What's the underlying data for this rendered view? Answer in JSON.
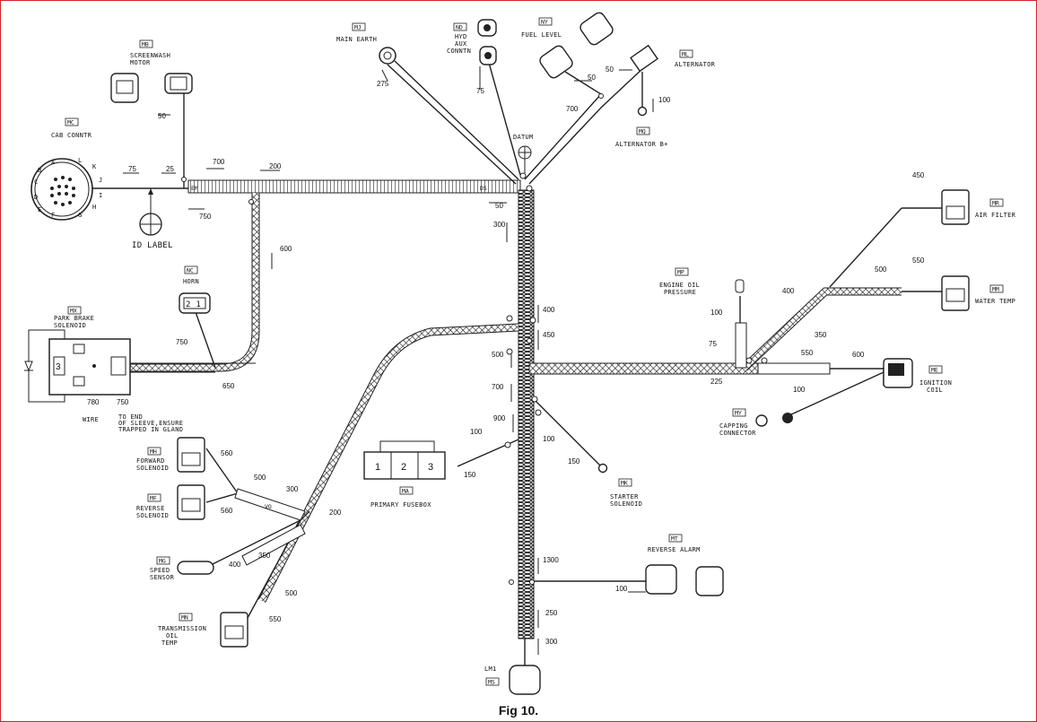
{
  "figure_caption": "Fig 10.",
  "connectors": {
    "MB": {
      "tag": "MB",
      "lines": [
        "SCREENWASH",
        "MOTOR"
      ]
    },
    "MC": {
      "tag": "MC",
      "lines": [
        "CAB CONNTR"
      ]
    },
    "MJ": {
      "tag": "MJ",
      "lines": [
        "MAIN EARTH"
      ]
    },
    "ND": {
      "tag": "ND",
      "lines": [
        "HYD",
        "AUX",
        "CONNTN"
      ]
    },
    "NY": {
      "tag": "NY",
      "lines": [
        "FUEL LEVEL"
      ]
    },
    "ML": {
      "tag": "ML",
      "lines": [
        "ALTERNATOR"
      ]
    },
    "MQ": {
      "tag": "MQ",
      "lines": [
        "ALTERNATOR B+"
      ]
    },
    "NC": {
      "tag": "NC",
      "lines": [
        "HORN"
      ]
    },
    "MX": {
      "tag": "MX",
      "lines": [
        "PARK BRAKE",
        "SOLENOID"
      ]
    },
    "MR": {
      "tag": "MR",
      "lines": [
        "AIR FILTER"
      ]
    },
    "MP": {
      "tag": "MP",
      "lines": [
        "ENGINE OIL",
        "PRESSURE"
      ]
    },
    "MM": {
      "tag": "MM",
      "lines": [
        "WATER TEMP"
      ]
    },
    "ME": {
      "tag": "ME",
      "lines": [
        "IGNITION",
        "COIL"
      ]
    },
    "MY": {
      "tag": "MY",
      "lines": [
        "CAPPING",
        "CONNECTOR"
      ]
    },
    "MH": {
      "tag": "MH",
      "lines": [
        "FORWARD",
        "SOLENOID"
      ]
    },
    "MF": {
      "tag": "MF",
      "lines": [
        "REVERSE",
        "SOLENOID"
      ]
    },
    "MG": {
      "tag": "MG",
      "lines": [
        "SPEED",
        "SENSOR"
      ]
    },
    "MN": {
      "tag": "MN",
      "lines": [
        "TRANSMISSION",
        "OIL",
        "TEMP"
      ]
    },
    "MA": {
      "tag": "MA",
      "lines": [
        "PRIMARY FUSEBOX"
      ]
    },
    "MK": {
      "tag": "MK",
      "lines": [
        "STARTER",
        "SOLENOID"
      ]
    },
    "MT": {
      "tag": "MT",
      "lines": [
        "REVERSE ALARM"
      ]
    },
    "MS": {
      "tag": "MS",
      "lines": [
        "LM1"
      ]
    }
  },
  "labels": {
    "datum": "DATUM",
    "id_label": "ID LABEL",
    "wire": "WIRE",
    "sleeve_note": [
      "TO END",
      "OF SLEEVE,ENSURE",
      "TRAPPED IN GLAND"
    ],
    "band_ds": "DS",
    "band_em": "EM",
    "band_vo": "VO"
  },
  "cab_pins": [
    "A",
    "L",
    "K",
    "B",
    "J",
    "C",
    "D",
    "I",
    "E",
    "H",
    "F",
    "G"
  ],
  "fusebox_cells": [
    "1",
    "2",
    "3"
  ],
  "park_brake_pin": "3",
  "horn_pins": "2 1",
  "dimensions": {
    "d275": "275",
    "d75a": "75",
    "d50ny": "50",
    "d50ml": "50",
    "d700a": "700",
    "d100alt": "100",
    "d50mb": "50",
    "d75mc": "75",
    "d25": "25",
    "d700b": "700",
    "d200a": "200",
    "d750a": "750",
    "d600": "600",
    "d50dat": "50",
    "d300a": "300",
    "d400a": "400",
    "d450a": "450",
    "d500a": "500",
    "d700c": "700",
    "d900": "900",
    "d100fb": "100",
    "d150fb": "150",
    "d100ms": "100",
    "d150ms": "150",
    "d1300": "1300",
    "d100mt": "100",
    "d250": "250",
    "d300b": "300",
    "d750b": "750",
    "d650": "650",
    "d780": "780",
    "d750c": "750",
    "d560a": "560",
    "d500b": "500",
    "d300c": "300",
    "d560b": "560",
    "d200b": "200",
    "d350a": "350",
    "d400b": "400",
    "d500c": "500",
    "d550a": "550",
    "d450b": "450",
    "d400c": "400",
    "d500d": "500",
    "d550b": "550",
    "d350b": "350",
    "d100mp": "100",
    "d75mp": "75",
    "d225": "225",
    "d550c": "550",
    "d600b": "600",
    "d100my": "100"
  }
}
